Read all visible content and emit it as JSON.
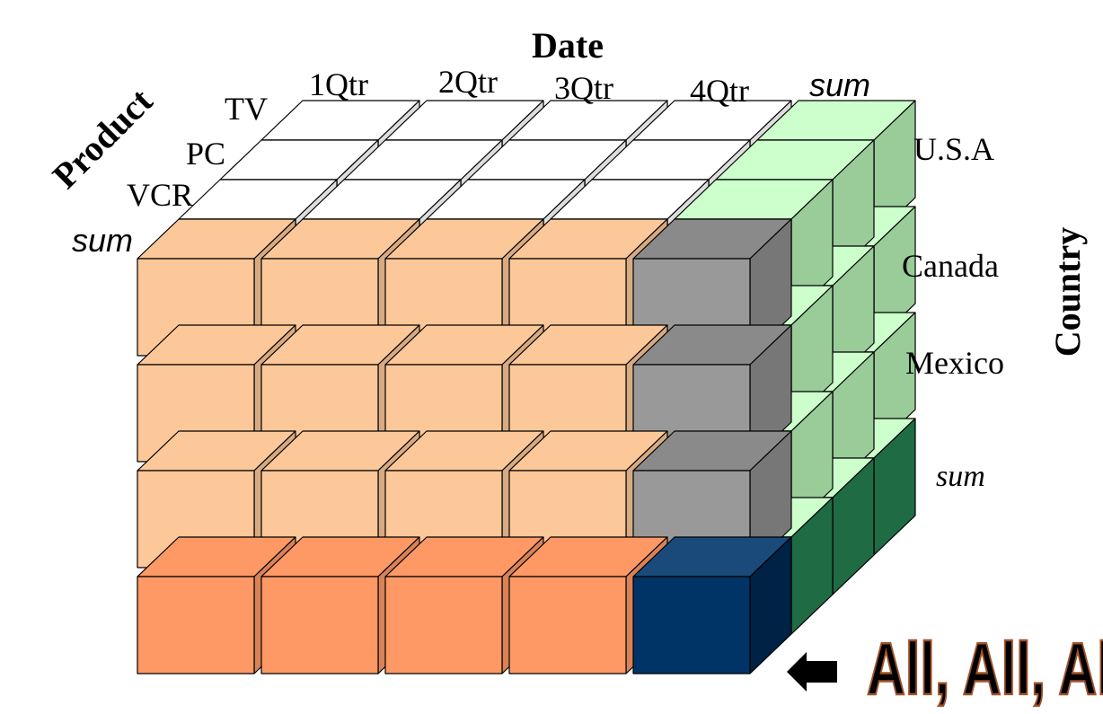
{
  "axes": {
    "date": "Date",
    "product": "Product",
    "country": "Country"
  },
  "date_labels": [
    "1Qtr",
    "2Qtr",
    "3Qtr",
    "4Qtr",
    "sum"
  ],
  "product_labels": [
    "TV",
    "PC",
    "VCR",
    "sum"
  ],
  "country_labels": [
    "U.S.A",
    "Canada",
    "Mexico",
    "sum"
  ],
  "callout": "All, All, All",
  "colors": {
    "peach": "#fdc899",
    "orange": "#fe9966",
    "gray": "#999999",
    "navy": "#003366",
    "light_green": "#ccffcc",
    "mid_green": "#99cc99",
    "dark_green": "#2a7d52",
    "white": "#ffffff",
    "callout_fill": "#ffcc00"
  }
}
